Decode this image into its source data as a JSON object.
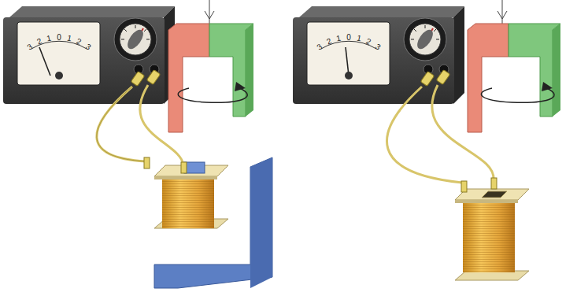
{
  "diagram": {
    "labels": [
      "3",
      "2",
      "1",
      "0",
      "1",
      "2",
      "3",
      "3",
      "2",
      "1",
      "0",
      "1",
      "2",
      "3"
    ]
  }
}
